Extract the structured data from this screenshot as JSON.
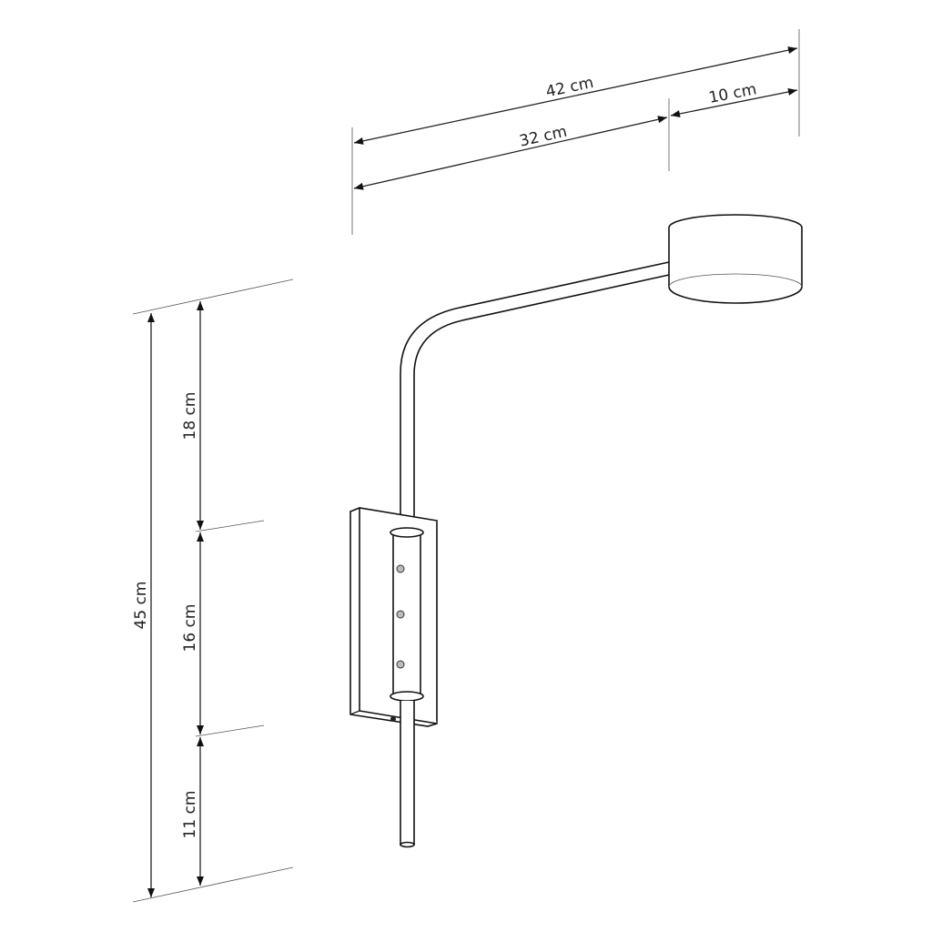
{
  "title": "Wall lamp dimension drawing",
  "dimensions": {
    "total_reach": "42 cm",
    "arm_length": "32 cm",
    "shade_diameter": "10 cm",
    "total_height": "45 cm",
    "upper_height": "18 cm",
    "mount_height": "16 cm",
    "lower_height": "11 cm"
  },
  "colors": {
    "line": "#222222",
    "background": "#ffffff"
  }
}
